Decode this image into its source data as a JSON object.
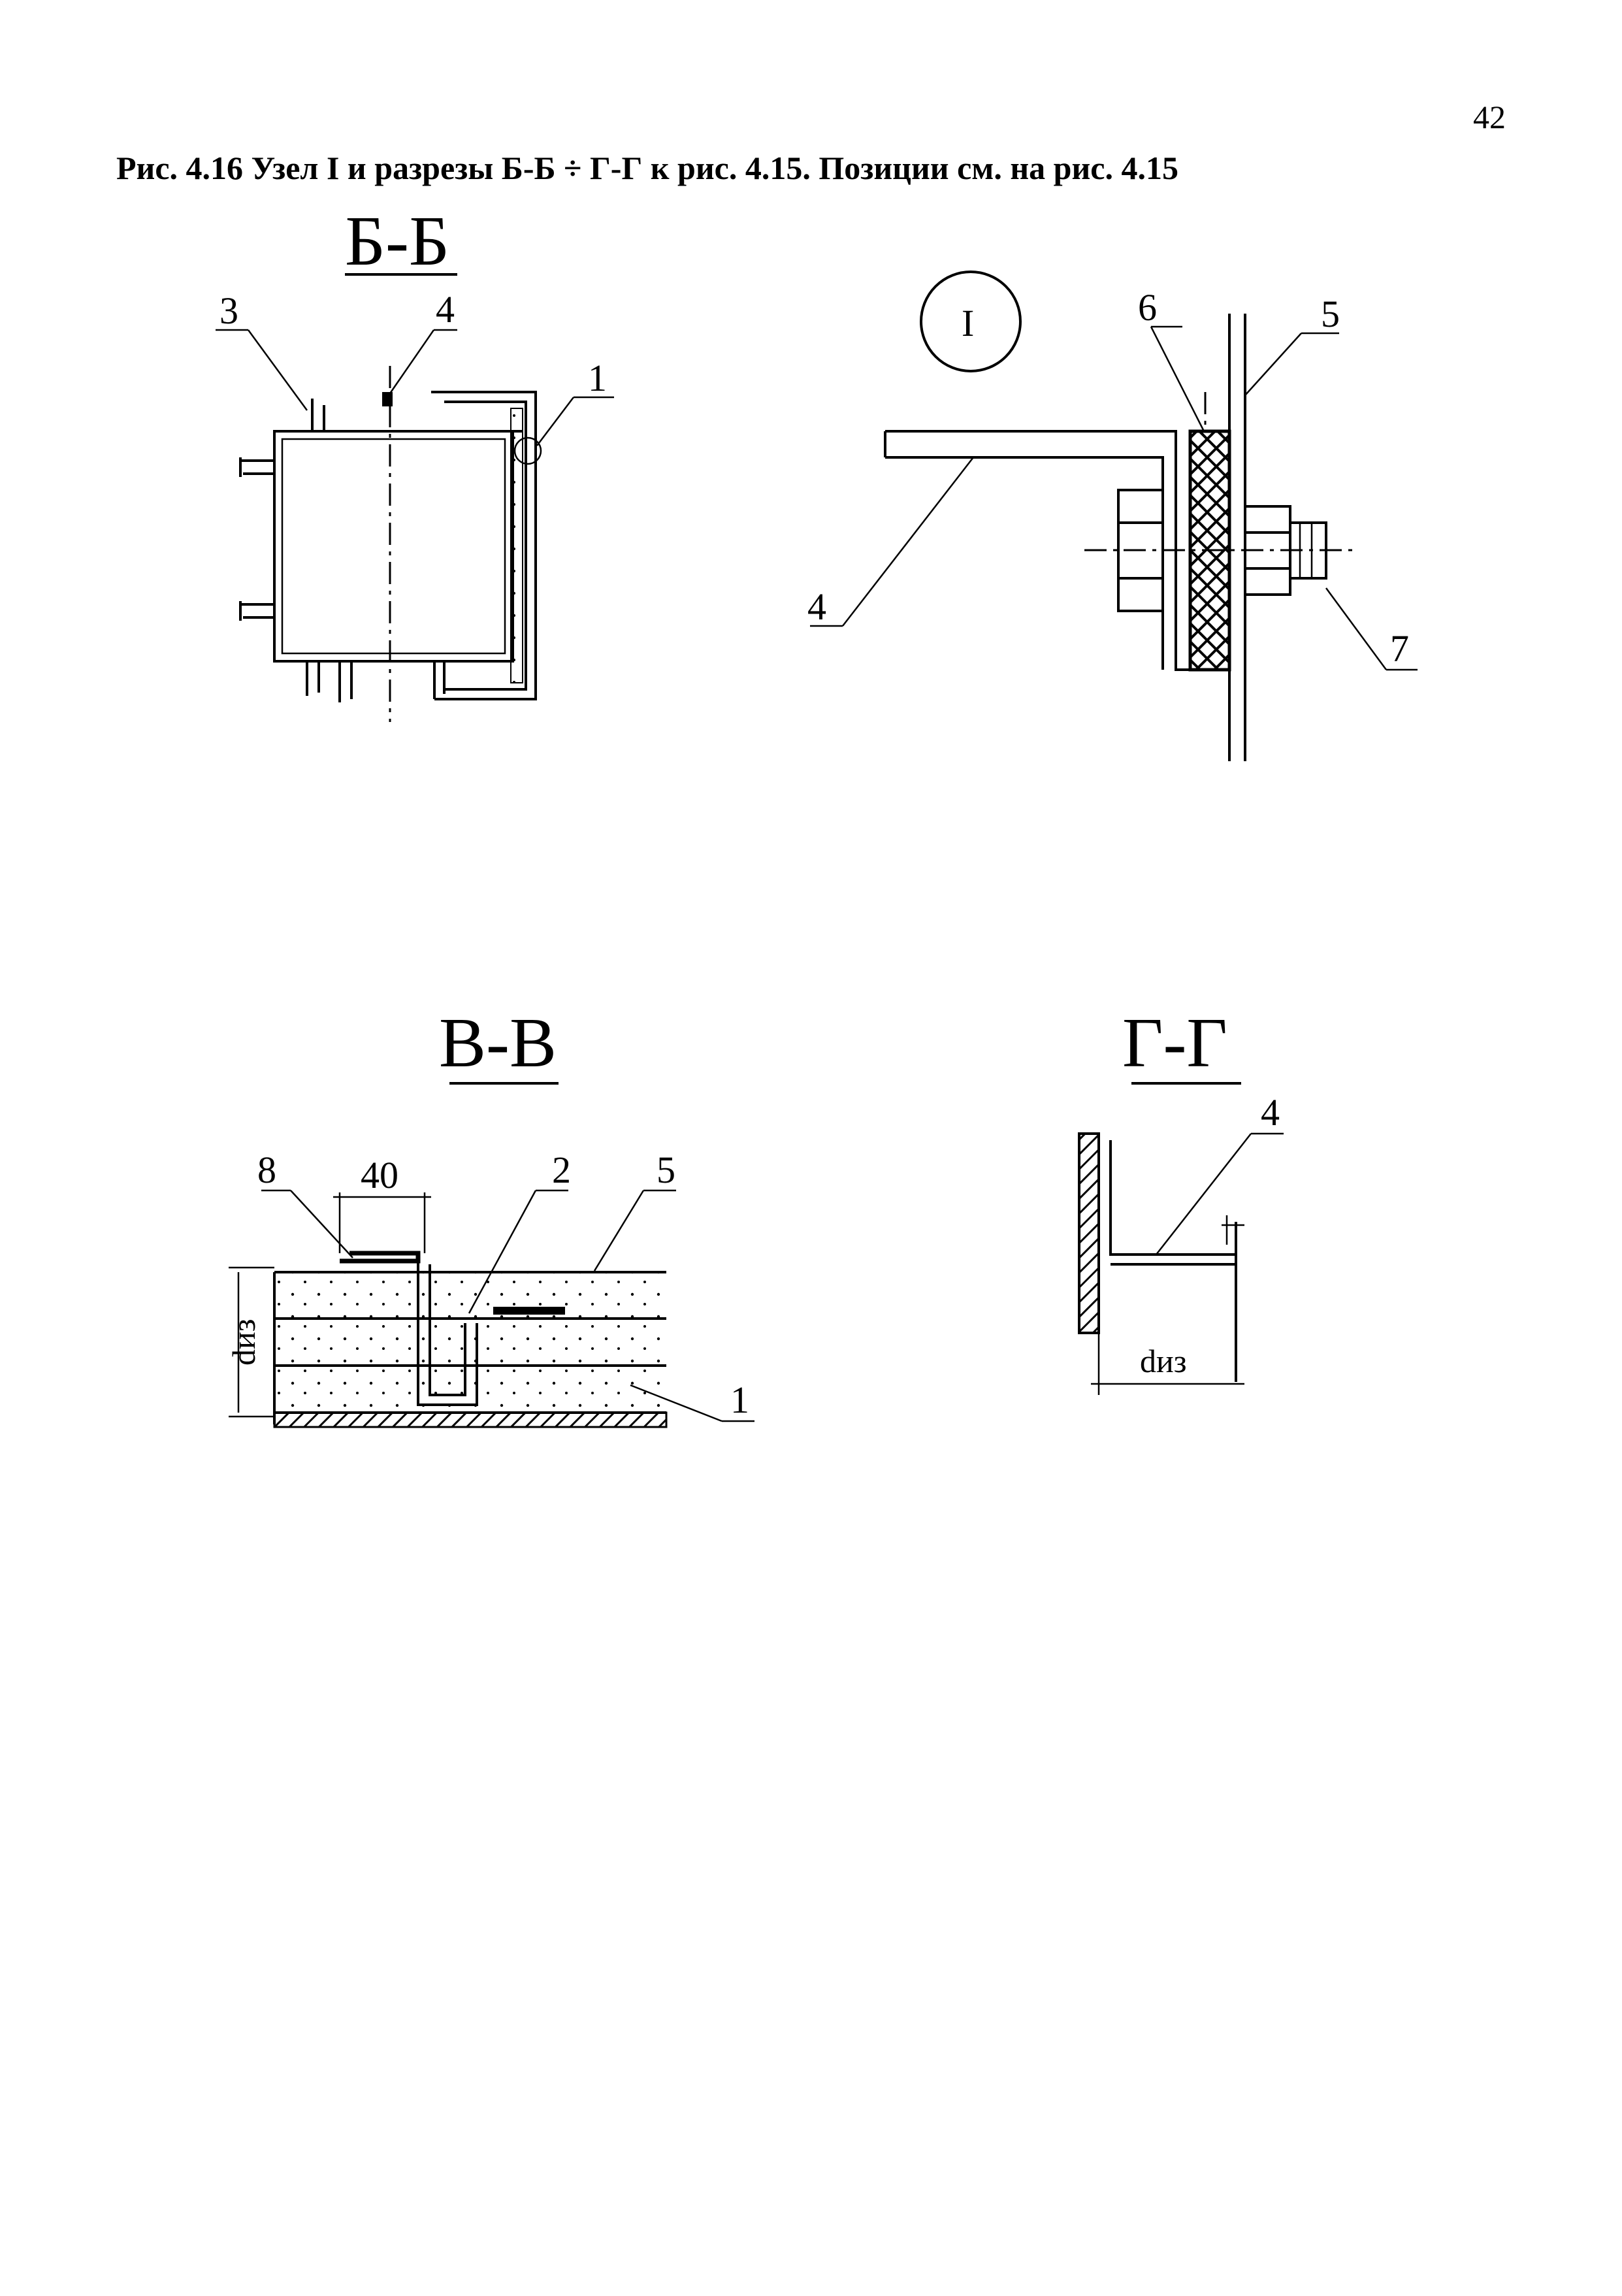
{
  "page": {
    "number": "42",
    "caption": "Рис. 4.16 Узел I и разрезы Б-Б ÷ Г-Г к рис. 4.15. Позиции см. на рис. 4.15"
  },
  "section_bb": {
    "title": "Б-Б",
    "callouts": [
      "3",
      "4",
      "1"
    ]
  },
  "node_1": {
    "marker": "I",
    "callouts": [
      "6",
      "5",
      "4",
      "7"
    ]
  },
  "section_vv": {
    "title": "В-В",
    "callouts": [
      "8",
      "2",
      "5",
      "1"
    ],
    "dimension": "40",
    "thickness_label": "dиз"
  },
  "section_gg": {
    "title": "Г-Г",
    "callouts": [
      "4"
    ],
    "thickness_label": "dиз"
  }
}
